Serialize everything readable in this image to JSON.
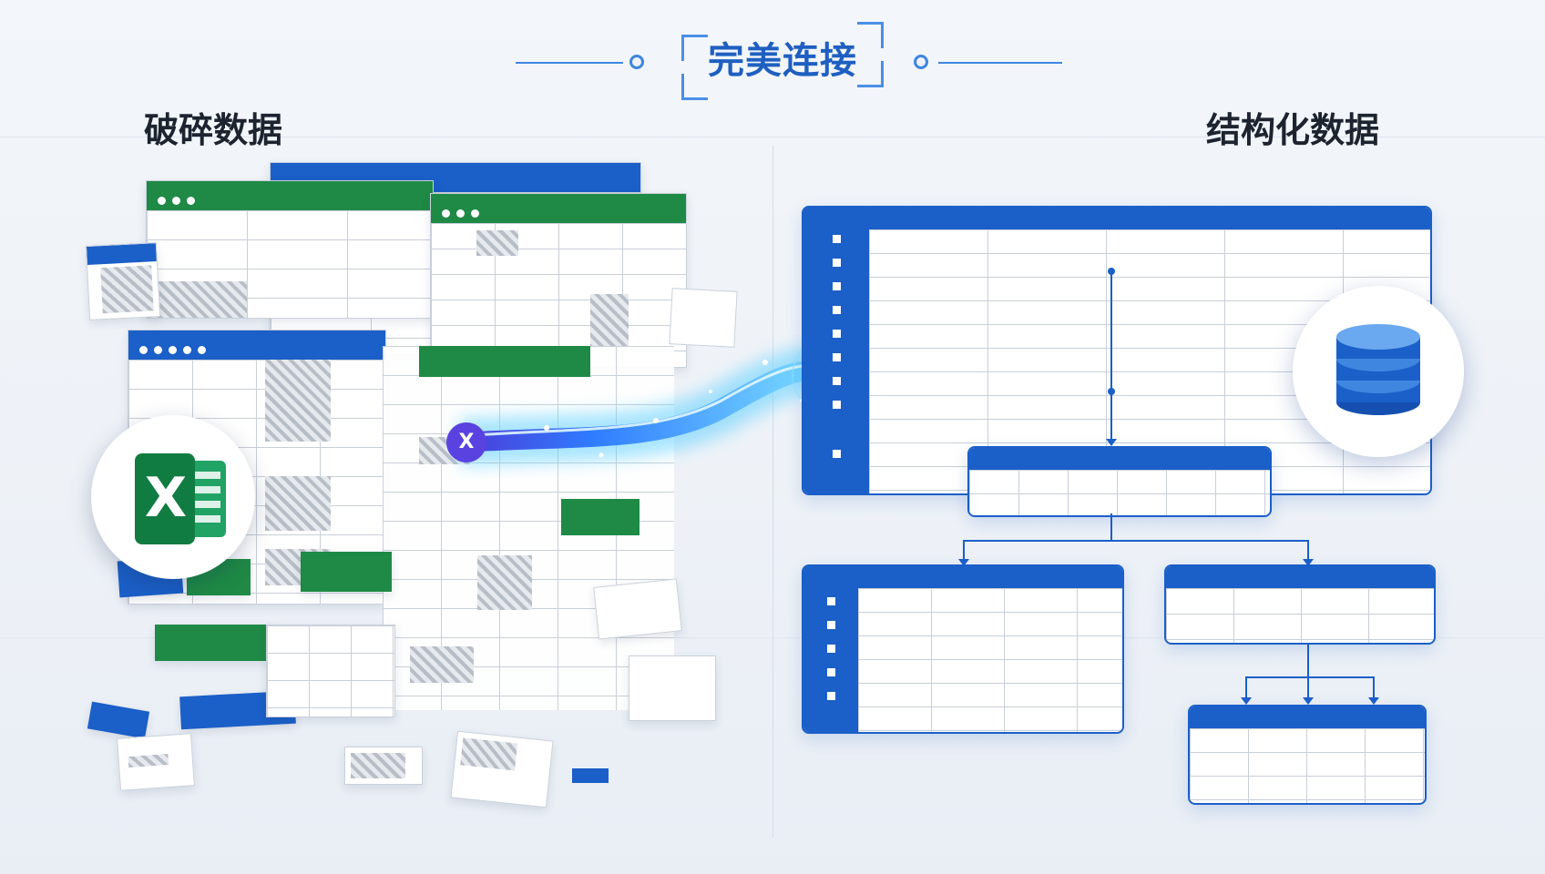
{
  "header": {
    "title": "完美连接"
  },
  "left_panel": {
    "label": "破碎数据"
  },
  "right_panel": {
    "label": "结构化数据"
  },
  "icons": {
    "excel": "excel-icon",
    "database": "database-icon",
    "excel_glyph": "X",
    "stream_glyph": "X"
  },
  "colors": {
    "excel_green": "#1e8a45",
    "brand_blue": "#1b5fc8",
    "accent_blue": "#3f86e0",
    "glow_cyan": "#5fd0ff"
  }
}
